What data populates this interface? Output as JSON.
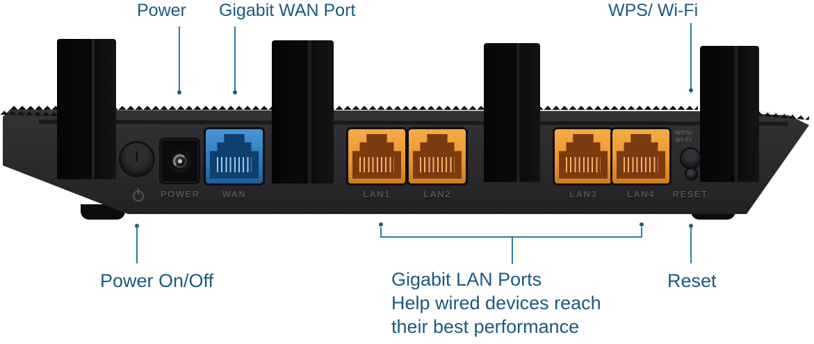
{
  "colors": {
    "callout_text": "#1b5a79",
    "leader_line": "#2a7d98",
    "wan_port": "#2f86c9",
    "lan_port": "#f09c3a",
    "router_body": "#2c2c2e"
  },
  "callouts": {
    "top": {
      "power": "Power",
      "gigabit_wan": "Gigabit WAN Port",
      "wps_wifi": "WPS/ Wi-Fi"
    },
    "bottom": {
      "power_on_off": "Power On/Off",
      "lan": {
        "title": "Gigabit LAN Ports",
        "desc_line1": "Help wired devices reach",
        "desc_line2": "their best performance"
      },
      "reset": "Reset"
    }
  },
  "router": {
    "panel_labels": {
      "power": "POWER",
      "wan": "WAN",
      "lan1": "LAN1",
      "lan2": "LAN2",
      "lan3": "LAN3",
      "lan4": "LAN4",
      "reset": "RESET",
      "wps_small_line1": "WPS/",
      "wps_small_line2": "Wi-Fi"
    },
    "icons": {
      "power_symbol": "power-circle-with-bar"
    }
  }
}
